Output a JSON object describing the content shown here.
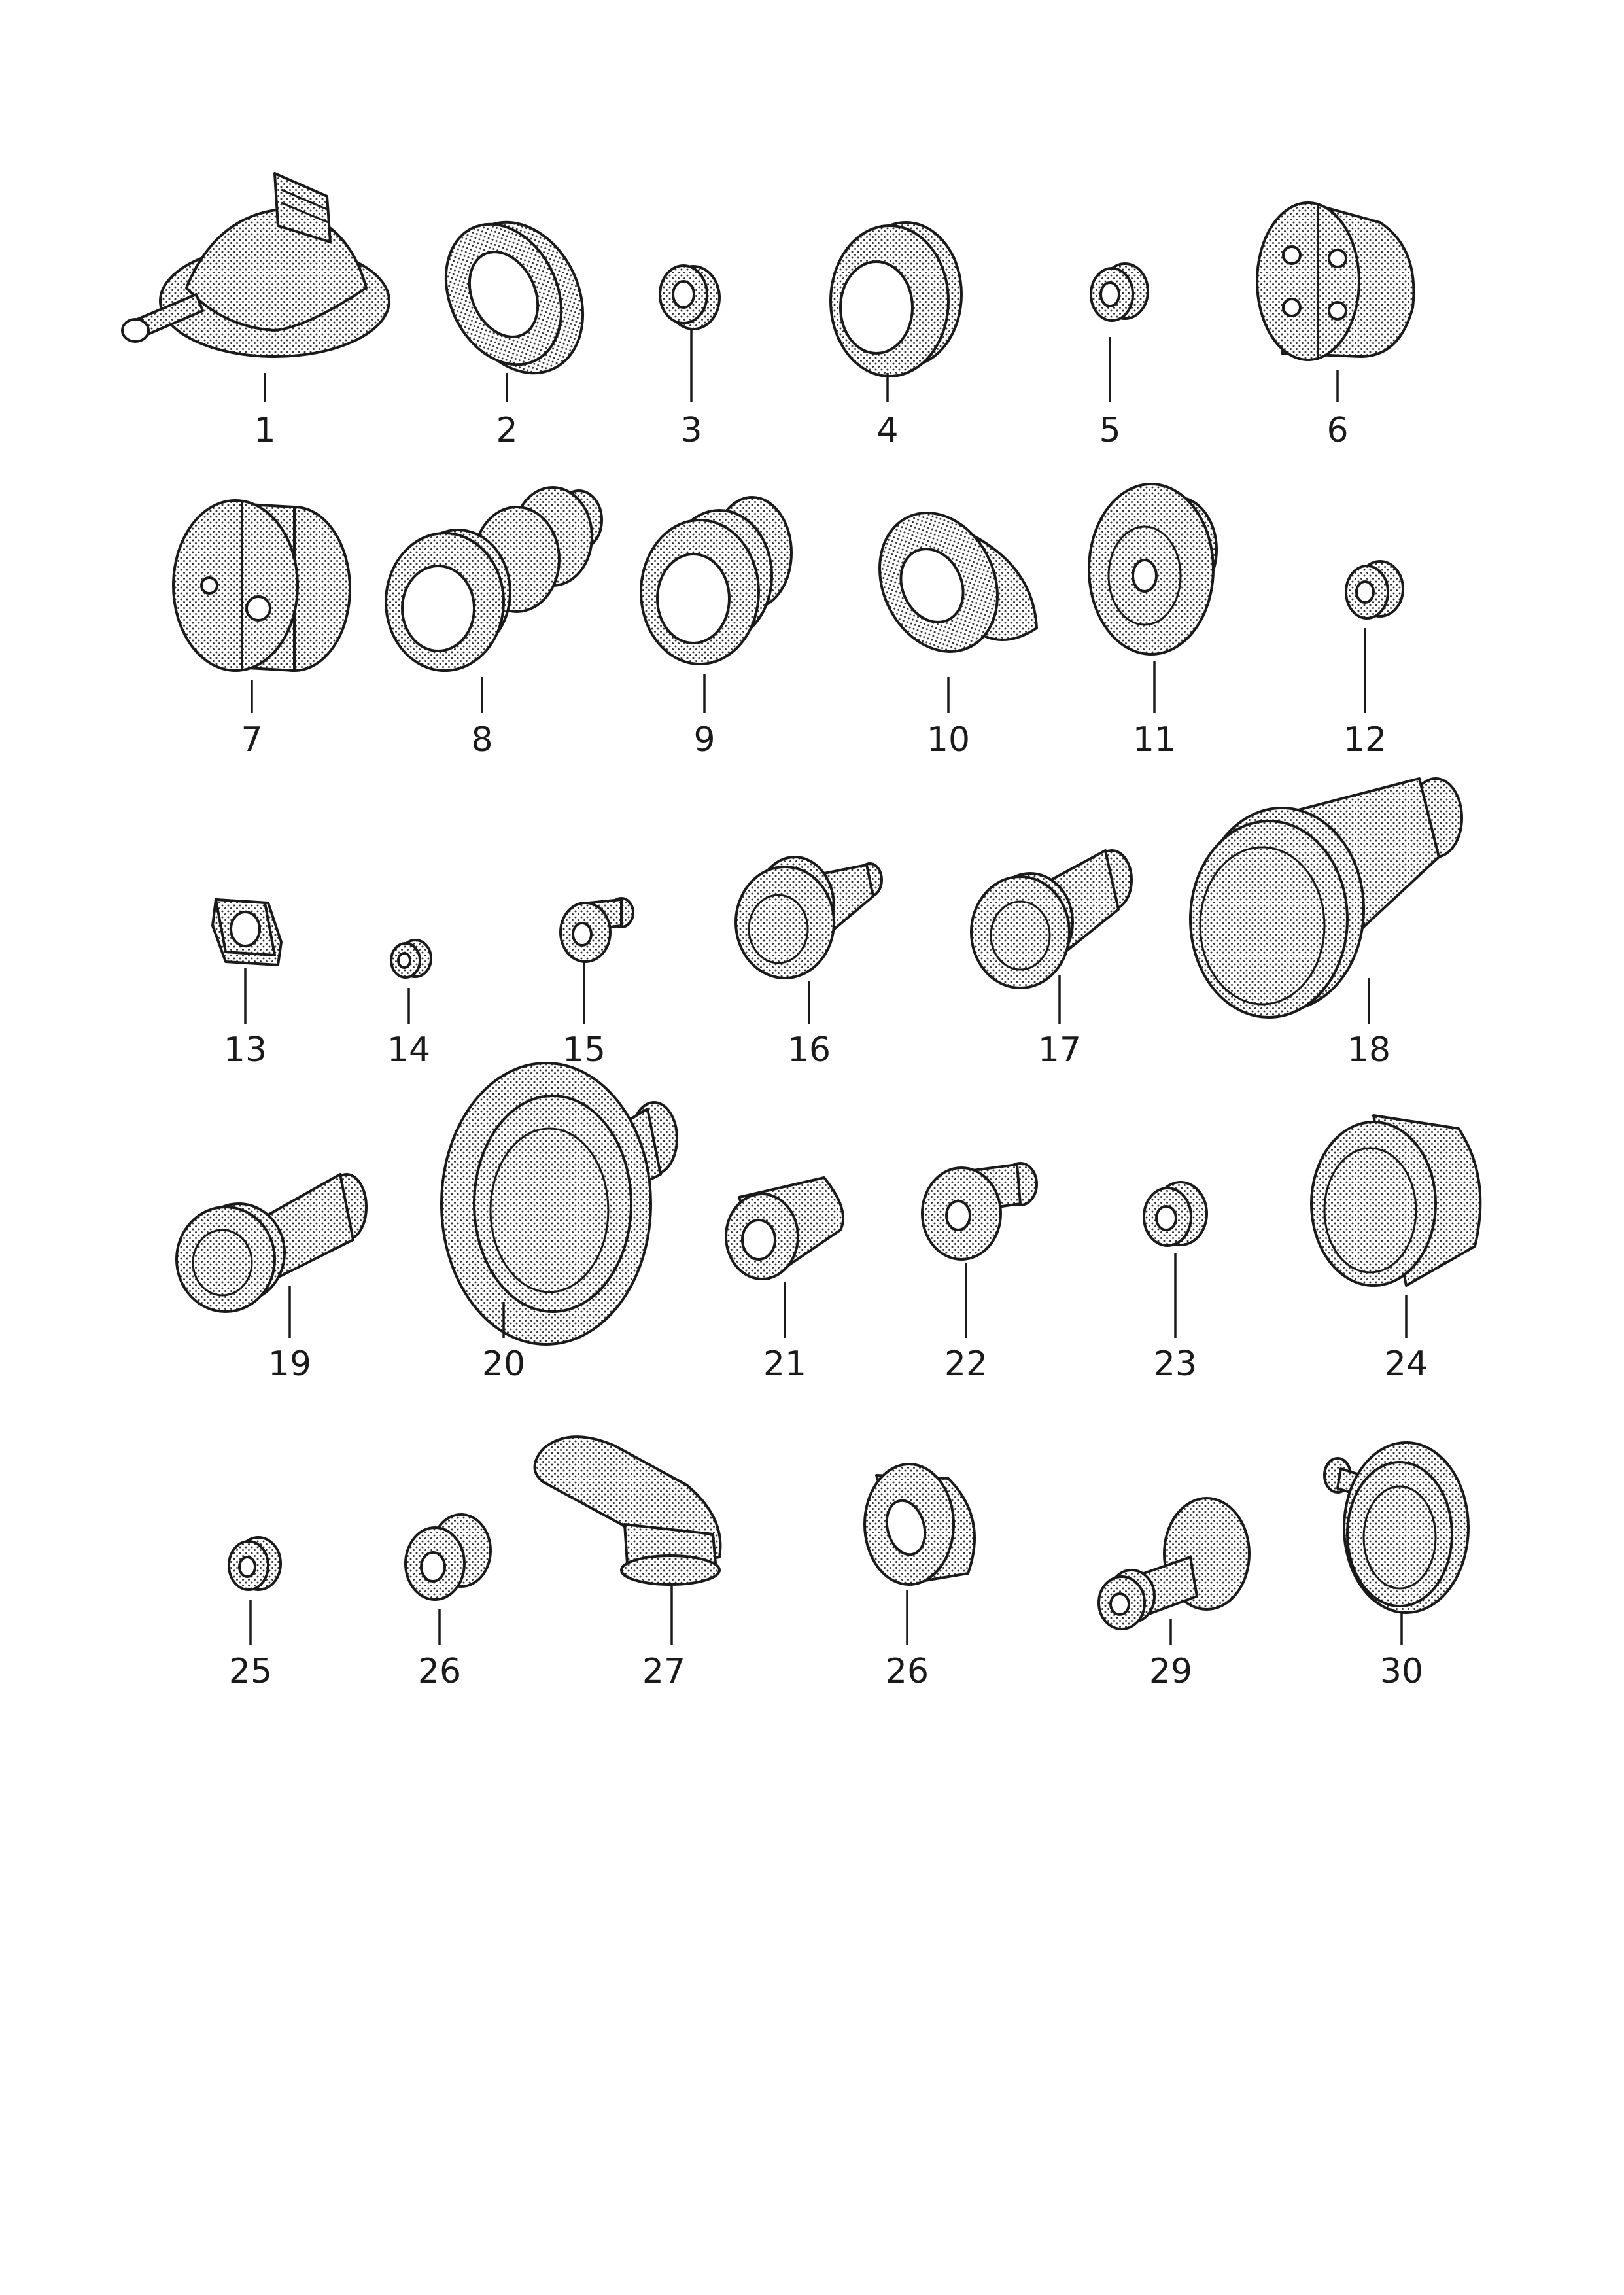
{
  "parts": [
    {
      "label": "1"
    },
    {
      "label": "2"
    },
    {
      "label": "3"
    },
    {
      "label": "4"
    },
    {
      "label": "5"
    },
    {
      "label": "6"
    },
    {
      "label": "7"
    },
    {
      "label": "8"
    },
    {
      "label": "9"
    },
    {
      "label": "10"
    },
    {
      "label": "11"
    },
    {
      "label": "12"
    },
    {
      "label": "13"
    },
    {
      "label": "14"
    },
    {
      "label": "15"
    },
    {
      "label": "16"
    },
    {
      "label": "17"
    },
    {
      "label": "18"
    },
    {
      "label": "19"
    },
    {
      "label": "20"
    },
    {
      "label": "21"
    },
    {
      "label": "22"
    },
    {
      "label": "23"
    },
    {
      "label": "24"
    },
    {
      "label": "25"
    },
    {
      "label": "26"
    },
    {
      "label": "27"
    },
    {
      "label": "26"
    },
    {
      "label": "29"
    },
    {
      "label": "30"
    }
  ]
}
